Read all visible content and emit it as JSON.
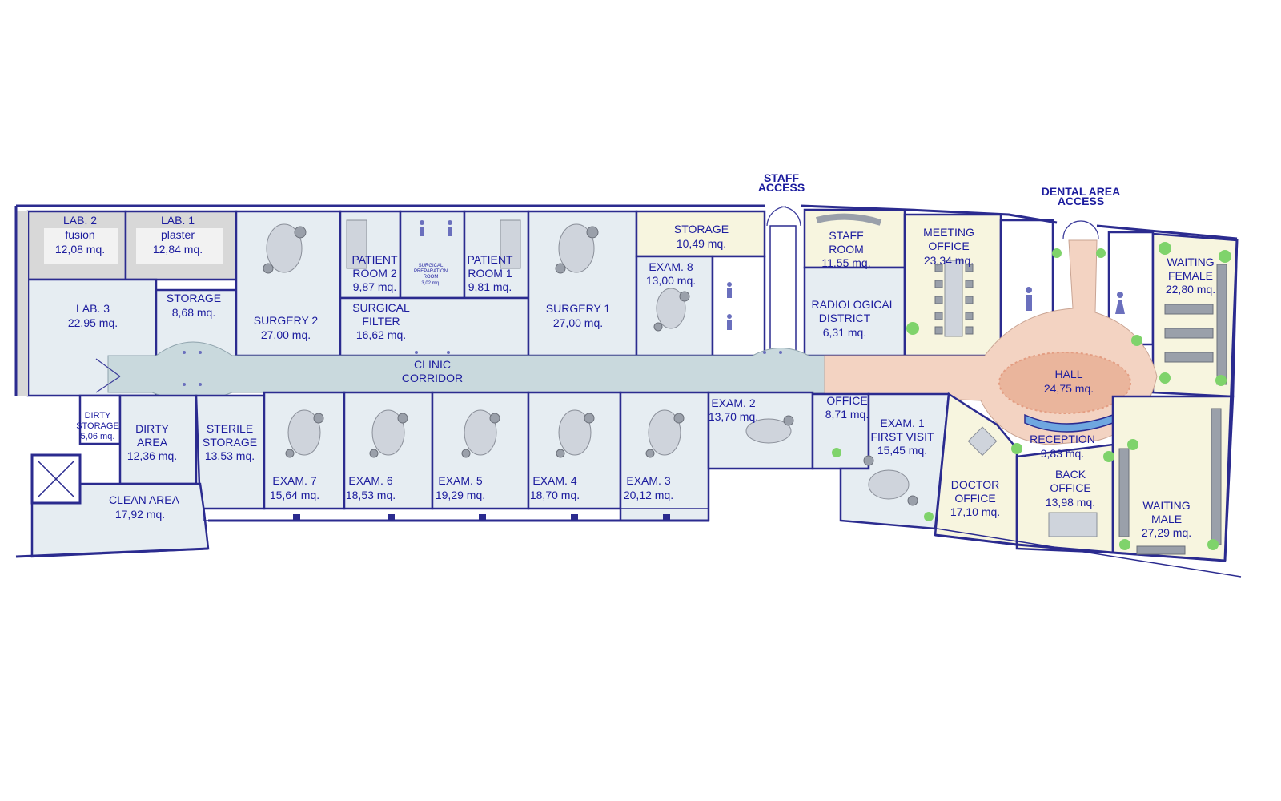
{
  "access": {
    "staff": [
      "STAFF",
      "ACCESS"
    ],
    "dental": [
      "DENTAL AREA",
      "ACCESS"
    ]
  },
  "rooms": {
    "lab2": [
      "LAB. 2",
      "fusion",
      "12,08 mq."
    ],
    "lab1": [
      "LAB. 1",
      "plaster",
      "12,84 mq."
    ],
    "lab3": [
      "LAB. 3",
      "22,95 mq."
    ],
    "storage_a": [
      "STORAGE",
      "8,68 mq."
    ],
    "surgery2": [
      "SURGERY 2",
      "27,00 mq."
    ],
    "patient2": [
      "PATIENT",
      "ROOM 2",
      "9,87 mq."
    ],
    "surgical_prep": [
      "SURGICAL",
      "PREPARATION",
      "ROOM",
      "3,02 mq."
    ],
    "patient1": [
      "PATIENT",
      "ROOM 1",
      "9,81 mq."
    ],
    "surgical_filter": [
      "SURGICAL",
      "FILTER",
      "16,62 mq."
    ],
    "surgery1": [
      "SURGERY 1",
      "27,00 mq."
    ],
    "storage_b": [
      "STORAGE",
      "10,49 mq."
    ],
    "exam8": [
      "EXAM. 8",
      "13,00 mq."
    ],
    "staff_room": [
      "STAFF",
      "ROOM",
      "11,55 mq."
    ],
    "radiological": [
      "RADIOLOGICAL",
      "DISTRICT",
      "6,31 mq."
    ],
    "meeting": [
      "MEETING",
      "OFFICE",
      "23,34 mq."
    ],
    "waiting_female": [
      "WAITING",
      "FEMALE",
      "22,80 mq."
    ],
    "clinic_corridor": [
      "CLINIC",
      "CORRIDOR"
    ],
    "hall": [
      "HALL",
      "24,75 mq."
    ],
    "dirty_storage": [
      "DIRTY",
      "STORAGE",
      "5,06 mq."
    ],
    "dirty_area": [
      "DIRTY",
      "AREA",
      "12,36 mq."
    ],
    "sterile_storage": [
      "STERILE",
      "STORAGE",
      "13,53 mq."
    ],
    "clean_area": [
      "CLEAN AREA",
      "17,92 mq."
    ],
    "exam7": [
      "EXAM. 7",
      "15,64 mq."
    ],
    "exam6": [
      "EXAM. 6",
      "18,53 mq."
    ],
    "exam5": [
      "EXAM. 5",
      "19,29 mq."
    ],
    "exam4": [
      "EXAM. 4",
      "18,70 mq."
    ],
    "exam3": [
      "EXAM. 3",
      "20,12 mq."
    ],
    "exam2": [
      "EXAM. 2",
      "13,70 mq."
    ],
    "office": [
      "OFFICE",
      "8,71 mq."
    ],
    "exam1": [
      "EXAM. 1",
      "FIRST VISIT",
      "15,45 mq."
    ],
    "doctor_office": [
      "DOCTOR",
      "OFFICE",
      "17,10 mq."
    ],
    "reception": [
      "RECEPTION",
      "9,83 mq."
    ],
    "back_office": [
      "BACK",
      "OFFICE",
      "13,98 mq."
    ],
    "waiting_male": [
      "WAITING",
      "MALE",
      "27,29 mq."
    ]
  },
  "colors": {
    "wall": "#2b2b8f",
    "label": "#1c1c9e",
    "room_fill": "#e6edf2",
    "lab_fill": "#d8d8d8",
    "corridor_fill": "#c9d9dd",
    "hall_fill": "#f3d3c2",
    "hall_center": "#eab59c",
    "office_fill": "#f7f5df",
    "plant": "#7fd36b"
  }
}
